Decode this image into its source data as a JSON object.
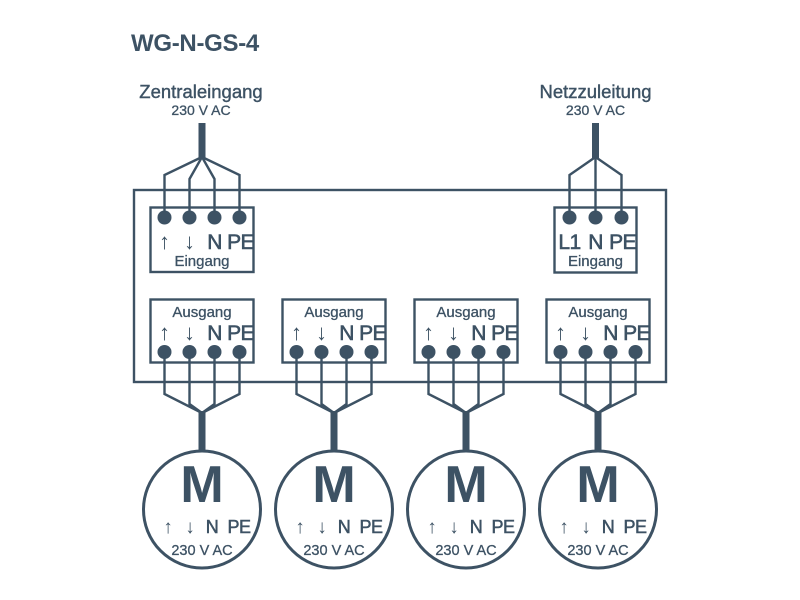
{
  "colors": {
    "ink": "#3d5264",
    "background": "#ffffff"
  },
  "title": "WG-N-GS-4",
  "central_feed": {
    "name": "Zentraleingang",
    "voltage": "230 V AC"
  },
  "mains_feed": {
    "name": "Netzzuleitung",
    "voltage": "230 V AC"
  },
  "central_input": {
    "caption": "Eingang",
    "terminals": [
      "↑",
      "↓",
      "N",
      "PE"
    ]
  },
  "mains_input": {
    "caption": "Eingang",
    "terminals": [
      "L1",
      "N",
      "PE"
    ]
  },
  "outputs": [
    {
      "caption": "Ausgang",
      "terminals": [
        "↑",
        "↓",
        "N",
        "PE"
      ]
    },
    {
      "caption": "Ausgang",
      "terminals": [
        "↑",
        "↓",
        "N",
        "PE"
      ]
    },
    {
      "caption": "Ausgang",
      "terminals": [
        "↑",
        "↓",
        "N",
        "PE"
      ]
    },
    {
      "caption": "Ausgang",
      "terminals": [
        "↑",
        "↓",
        "N",
        "PE"
      ]
    }
  ],
  "motors": [
    {
      "symbol": "M",
      "terminals": [
        "↑",
        "↓",
        "N",
        "PE"
      ],
      "voltage": "230 V AC"
    },
    {
      "symbol": "M",
      "terminals": [
        "↑",
        "↓",
        "N",
        "PE"
      ],
      "voltage": "230 V AC"
    },
    {
      "symbol": "M",
      "terminals": [
        "↑",
        "↓",
        "N",
        "PE"
      ],
      "voltage": "230 V AC"
    },
    {
      "symbol": "M",
      "terminals": [
        "↑",
        "↓",
        "N",
        "PE"
      ],
      "voltage": "230 V AC"
    }
  ]
}
